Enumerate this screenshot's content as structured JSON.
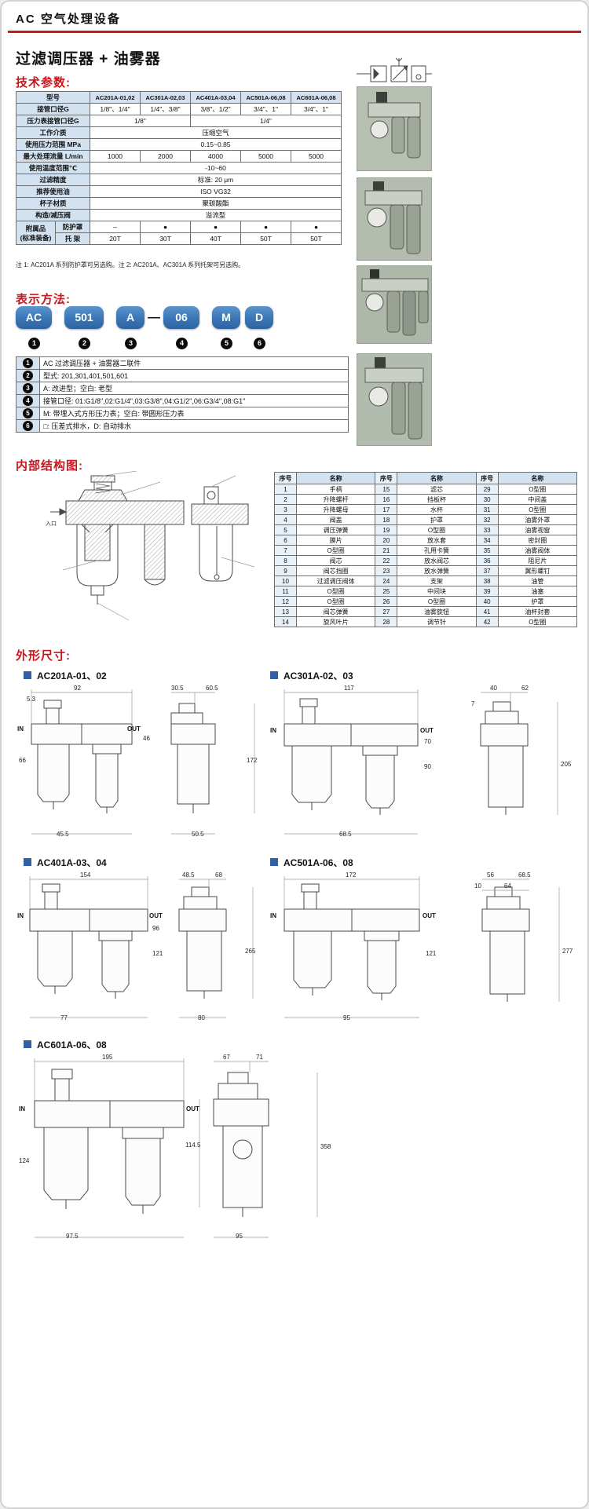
{
  "page": {
    "header": "AC 空气处理设备",
    "title": "过滤调压器 + 油雾器"
  },
  "headings": {
    "tech": "技术参数:",
    "code": "表示方法:",
    "internal": "内部结构图:",
    "dims": "外形尺寸:"
  },
  "tech_table": {
    "rows": {
      "model": {
        "label": "型号",
        "values": [
          "AC201A-01,02",
          "AC301A-02,03",
          "AC401A-03,04",
          "AC501A-06,08",
          "AC601A-06,08"
        ]
      },
      "port": {
        "label": "接管口径G",
        "values": [
          "1/8\"、1/4\"",
          "1/4\"、3/8\"",
          "3/8\"、1/2\"",
          "3/4\"、1\"",
          "3/4\"、1\""
        ]
      },
      "gauge_port": {
        "label": "压力表接管口径G",
        "left": "1/8\"",
        "right": "1/4\""
      },
      "medium": {
        "label": "工作介质",
        "value": "压缩空气"
      },
      "pressure": {
        "label": "使用压力范围 MPa",
        "value": "0.15~0.85"
      },
      "flow": {
        "label": "最大处理流量 L/min",
        "values": [
          "1000",
          "2000",
          "4000",
          "5000",
          "5000"
        ]
      },
      "temp": {
        "label": "使用温度范围℃",
        "value": "-10~60"
      },
      "filtration": {
        "label": "过滤精度",
        "value": "标准: 20 μm"
      },
      "oil": {
        "label": "推荐使用油",
        "value": "ISO VG32"
      },
      "cup": {
        "label": "杯子材质",
        "value": "聚碳酸酯"
      },
      "structure": {
        "label": "构造/减压阀",
        "value": "溢流型"
      },
      "accessory": {
        "label": "附属品",
        "label2": "(标准装备)",
        "sub1": "防护罩",
        "sub1_values": [
          "–",
          "●",
          "●",
          "●",
          "●"
        ],
        "sub2": "托 架",
        "sub2_values": [
          "20T",
          "30T",
          "40T",
          "50T",
          "50T"
        ]
      }
    },
    "notes": "注 1: AC201A 系列防护罩可另选购。注 2: AC201A、AC301A 系列托架可另选购。"
  },
  "order_code": {
    "pills": [
      "AC",
      "501",
      "A",
      "06",
      "M",
      "D"
    ],
    "dash": "—",
    "badges": [
      "1",
      "2",
      "3",
      "4",
      "5",
      "6"
    ],
    "legend": [
      {
        "num": "1",
        "text": "AC 过滤调压器 + 油雾器二联件"
      },
      {
        "num": "2",
        "text": "型式: 201,301,401,501,601"
      },
      {
        "num": "3",
        "text": "A: 改进型；空白: 老型"
      },
      {
        "num": "4",
        "text": "接管口径: 01:G1/8\",02:G1/4\",03:G3/8\",04:G1/2\",06:G3/4\",08:G1\""
      },
      {
        "num": "5",
        "text": "M: 带埋入式方形压力表；空白: 带圆形压力表"
      },
      {
        "num": "6",
        "text": "□: 压差式排水，D: 自动排水"
      }
    ]
  },
  "internal_diagram": {
    "inlet_label": "入口"
  },
  "parts_table": {
    "headers": [
      "序号",
      "名称",
      "序号",
      "名称",
      "序号",
      "名称"
    ],
    "rows": [
      [
        "1",
        "手柄",
        "15",
        "滤芯",
        "29",
        "O型圈"
      ],
      [
        "2",
        "升降螺杆",
        "16",
        "挡板杯",
        "30",
        "中间盖"
      ],
      [
        "3",
        "升降螺母",
        "17",
        "水杯",
        "31",
        "O型圈"
      ],
      [
        "4",
        "阀盖",
        "18",
        "护罩",
        "32",
        "油雾外罩"
      ],
      [
        "5",
        "调压弹簧",
        "19",
        "O型圈",
        "33",
        "油雾视窗"
      ],
      [
        "6",
        "膜片",
        "20",
        "放水套",
        "34",
        "密封圈"
      ],
      [
        "7",
        "O型圈",
        "21",
        "孔用卡簧",
        "35",
        "油雾阀体"
      ],
      [
        "8",
        "阀芯",
        "22",
        "放水阀芯",
        "36",
        "阻尼片"
      ],
      [
        "9",
        "阀芯挡圈",
        "23",
        "放水弹簧",
        "37",
        "翼形螺钉"
      ],
      [
        "10",
        "过滤调压阀体",
        "24",
        "支架",
        "38",
        "油管"
      ],
      [
        "11",
        "O型圈",
        "25",
        "中间块",
        "39",
        "油塞"
      ],
      [
        "12",
        "O型圈",
        "26",
        "O型圈",
        "40",
        "护罩"
      ],
      [
        "13",
        "阀芯弹簧",
        "27",
        "油雾旋钮",
        "41",
        "油杯封套"
      ],
      [
        "14",
        "旋风叶片",
        "28",
        "调节针",
        "42",
        "O型圈"
      ]
    ]
  },
  "drawings": {
    "in_label": "IN",
    "out_label": "OUT",
    "ac201a": {
      "label": "AC201A-01、02",
      "dims": {
        "w_front": "92",
        "d1": "5.3",
        "w_side1": "30.5",
        "w_side2": "60.5",
        "h_out": "46",
        "h_front": "66",
        "h_total": "172",
        "b1": "45.5",
        "b2": "50.5"
      }
    },
    "ac301a": {
      "label": "AC301A-02、03",
      "dims": {
        "w_front": "117",
        "w_side1": "40",
        "w_side2": "62",
        "d1": "7",
        "h_out": "70",
        "h_front": "90",
        "h_total": "205",
        "b1": "68.5"
      }
    },
    "ac401a": {
      "label": "AC401A-03、04",
      "dims": {
        "w_front": "154",
        "w_side1": "48.5",
        "w_side2": "68",
        "h_out": "96",
        "h_front": "121",
        "h_total": "265",
        "b1": "77",
        "b2": "80"
      }
    },
    "ac501a": {
      "label": "AC501A-06、08",
      "dims": {
        "w_front": "172",
        "w_side1": "56",
        "w_side2": "68.5",
        "d1": "10",
        "d2": "64",
        "h_front": "121",
        "h_total": "277",
        "b1": "95"
      }
    },
    "ac601a": {
      "label": "AC601A-06、08",
      "dims": {
        "w_front": "195",
        "w_side1": "67",
        "w_side2": "71",
        "d1": "114.5",
        "h_front": "124",
        "h_total": "358",
        "b1": "97.5",
        "b2": "95"
      }
    }
  }
}
